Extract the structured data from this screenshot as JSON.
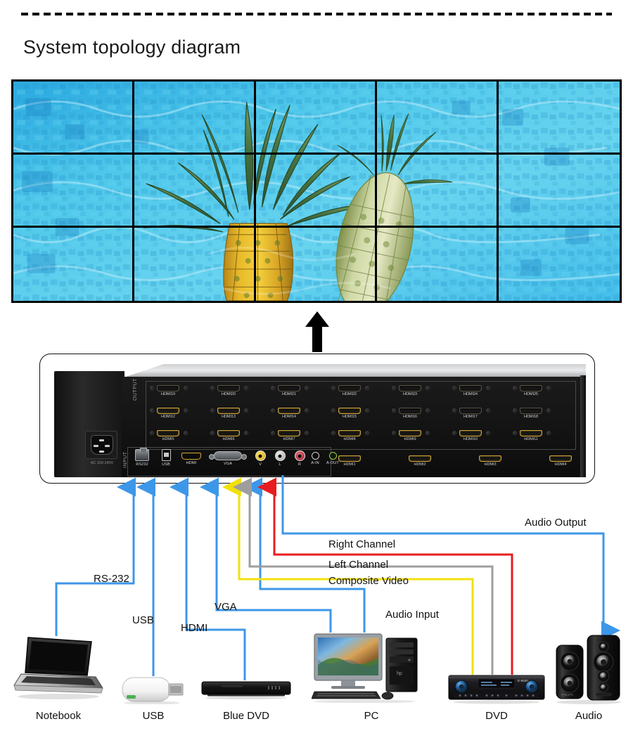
{
  "page": {
    "title": "System topology diagram"
  },
  "video_wall": {
    "name": "video-wall",
    "rows": 3,
    "columns": 5,
    "content_description": "pineapples floating in a blue swimming pool",
    "bezel_color": "#000000"
  },
  "flow_arrow": {
    "direction": "up",
    "color": "#000000"
  },
  "device": {
    "name": "video wall processor",
    "output_section_label": "OUTPUT",
    "input_section_label": "INPUT",
    "power_caption": "AC 100-240V",
    "output_rows": [
      [
        "HDMI19",
        "HDMI20",
        "HDMI21",
        "HDMI22",
        "HDMI23",
        "HDMI24",
        "HDMI25"
      ],
      [
        "HDMI12",
        "HDMI13",
        "HDMI14",
        "HDMI15",
        "HDMI16",
        "HDMI17",
        "HDMI18"
      ],
      [
        "HDMI5",
        "HDMI6",
        "HDMI7",
        "HDMI8",
        "HDMI9",
        "HDMI10",
        "HDMI11"
      ]
    ],
    "output_bottom_row": [
      "HDMI1",
      "HDMI2",
      "HDMI3",
      "HDMI4"
    ],
    "input_ports": [
      {
        "label": "RS232",
        "type": "rj45"
      },
      {
        "label": "USB",
        "type": "usb-a"
      },
      {
        "label": "HDMI",
        "type": "hdmi"
      },
      {
        "label": "VGA",
        "type": "db15"
      },
      {
        "label": "V",
        "type": "rca",
        "color": "#f2c211"
      },
      {
        "label": "L",
        "type": "rca",
        "color": "#d9d9d9"
      },
      {
        "label": "R",
        "type": "rca",
        "color": "#c0202e"
      },
      {
        "label": "A-IN",
        "type": "jack-3.5mm"
      },
      {
        "label": "A-OUT",
        "type": "jack-3.5mm"
      }
    ]
  },
  "cables": [
    {
      "label": "RS-232",
      "color": "#3d97e8",
      "from": "Notebook",
      "to": "RS232"
    },
    {
      "label": "USB",
      "color": "#3d97e8",
      "from": "USB",
      "to": "USB"
    },
    {
      "label": "HDMI",
      "color": "#3d97e8",
      "from": "Blue DVD",
      "to": "HDMI"
    },
    {
      "label": "VGA",
      "color": "#3d97e8",
      "from": "PC",
      "to": "VGA"
    },
    {
      "label": "Audio Input",
      "color": "#3d97e8",
      "from": "PC",
      "to": "A-IN"
    },
    {
      "label": "Composite Video",
      "color": "#f2e10c",
      "from": "DVD",
      "to": "V"
    },
    {
      "label": "Left Channel",
      "color": "#9e9e9e",
      "from": "DVD",
      "to": "L"
    },
    {
      "label": "Right Channel",
      "color": "#e81c20",
      "from": "DVD",
      "to": "R"
    },
    {
      "label": "Audio Output",
      "color": "#3d97e8",
      "from": "A-OUT",
      "to": "Audio"
    }
  ],
  "source_devices": [
    {
      "label": "Notebook",
      "icon": "laptop-icon"
    },
    {
      "label": "USB",
      "icon": "usb-dongle-icon"
    },
    {
      "label": "Blue DVD",
      "icon": "bluray-player-icon"
    },
    {
      "label": "PC",
      "icon": "desktop-pc-icon"
    },
    {
      "label": "DVD",
      "icon": "av-receiver-icon"
    },
    {
      "label": "Audio",
      "icon": "speakers-icon"
    }
  ],
  "colors": {
    "blue": "#3d97e8",
    "yellow": "#f2e10c",
    "gray": "#9e9e9e",
    "red": "#e81c20",
    "black": "#000000"
  }
}
